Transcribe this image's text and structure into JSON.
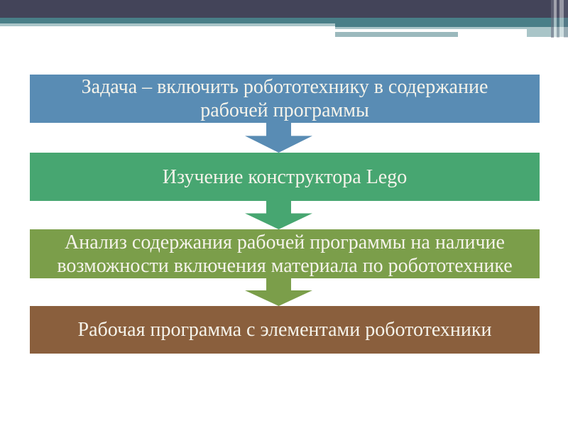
{
  "theme": {
    "background": "#ffffff",
    "text_color": "#f5f3ea",
    "top_bar_dark": "#434459",
    "top_bar_teal": "#497f88",
    "top_bar_light_teal": "#a9c5c8",
    "top_bar_muted_teal": "#9bb9bd"
  },
  "flow": {
    "steps": [
      {
        "label": "Задача – включить робототехнику в содержание рабочей программы",
        "color": "#598cb4"
      },
      {
        "label": "Изучение конструктора Lego",
        "color": "#47a671"
      },
      {
        "label": "Анализ содержания рабочей программы на наличие возможности включения материала по робототехнике",
        "color": "#7b9e4a"
      },
      {
        "label": "Рабочая программа с элементами робототехники",
        "color": "#8a5f3d"
      }
    ],
    "arrows": [
      {
        "color": "#598cb4"
      },
      {
        "color": "#47a671"
      },
      {
        "color": "#7b9e4a"
      }
    ]
  }
}
